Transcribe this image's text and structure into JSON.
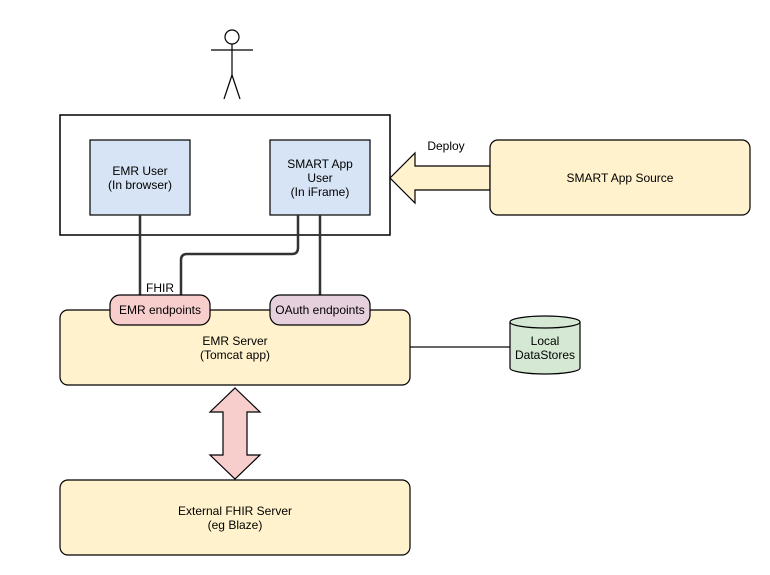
{
  "nodes": {
    "emr_user": "EMR User\n(In browser)",
    "smart_app_user": "SMART App\nUser\n(In iFrame)",
    "smart_app_source": "SMART App Source",
    "emr_endpoints": "EMR endpoints",
    "oauth_endpoints": "OAuth endpoints",
    "emr_server": "EMR Server\n(Tomcat app)",
    "local_datastores": "Local\nDataStores",
    "external_fhir_server": "External FHIR Server\n(eg Blaze)"
  },
  "edge_labels": {
    "deploy": "Deploy",
    "fhir": "FHIR"
  },
  "colors": {
    "blue_fill": "#d6e4f5",
    "yellow_fill": "#fff2cc",
    "pink_fill": "#f8cecc",
    "mauve_fill": "#e6d0de",
    "green_fill": "#d5e8d4",
    "stroke": "#000000"
  }
}
